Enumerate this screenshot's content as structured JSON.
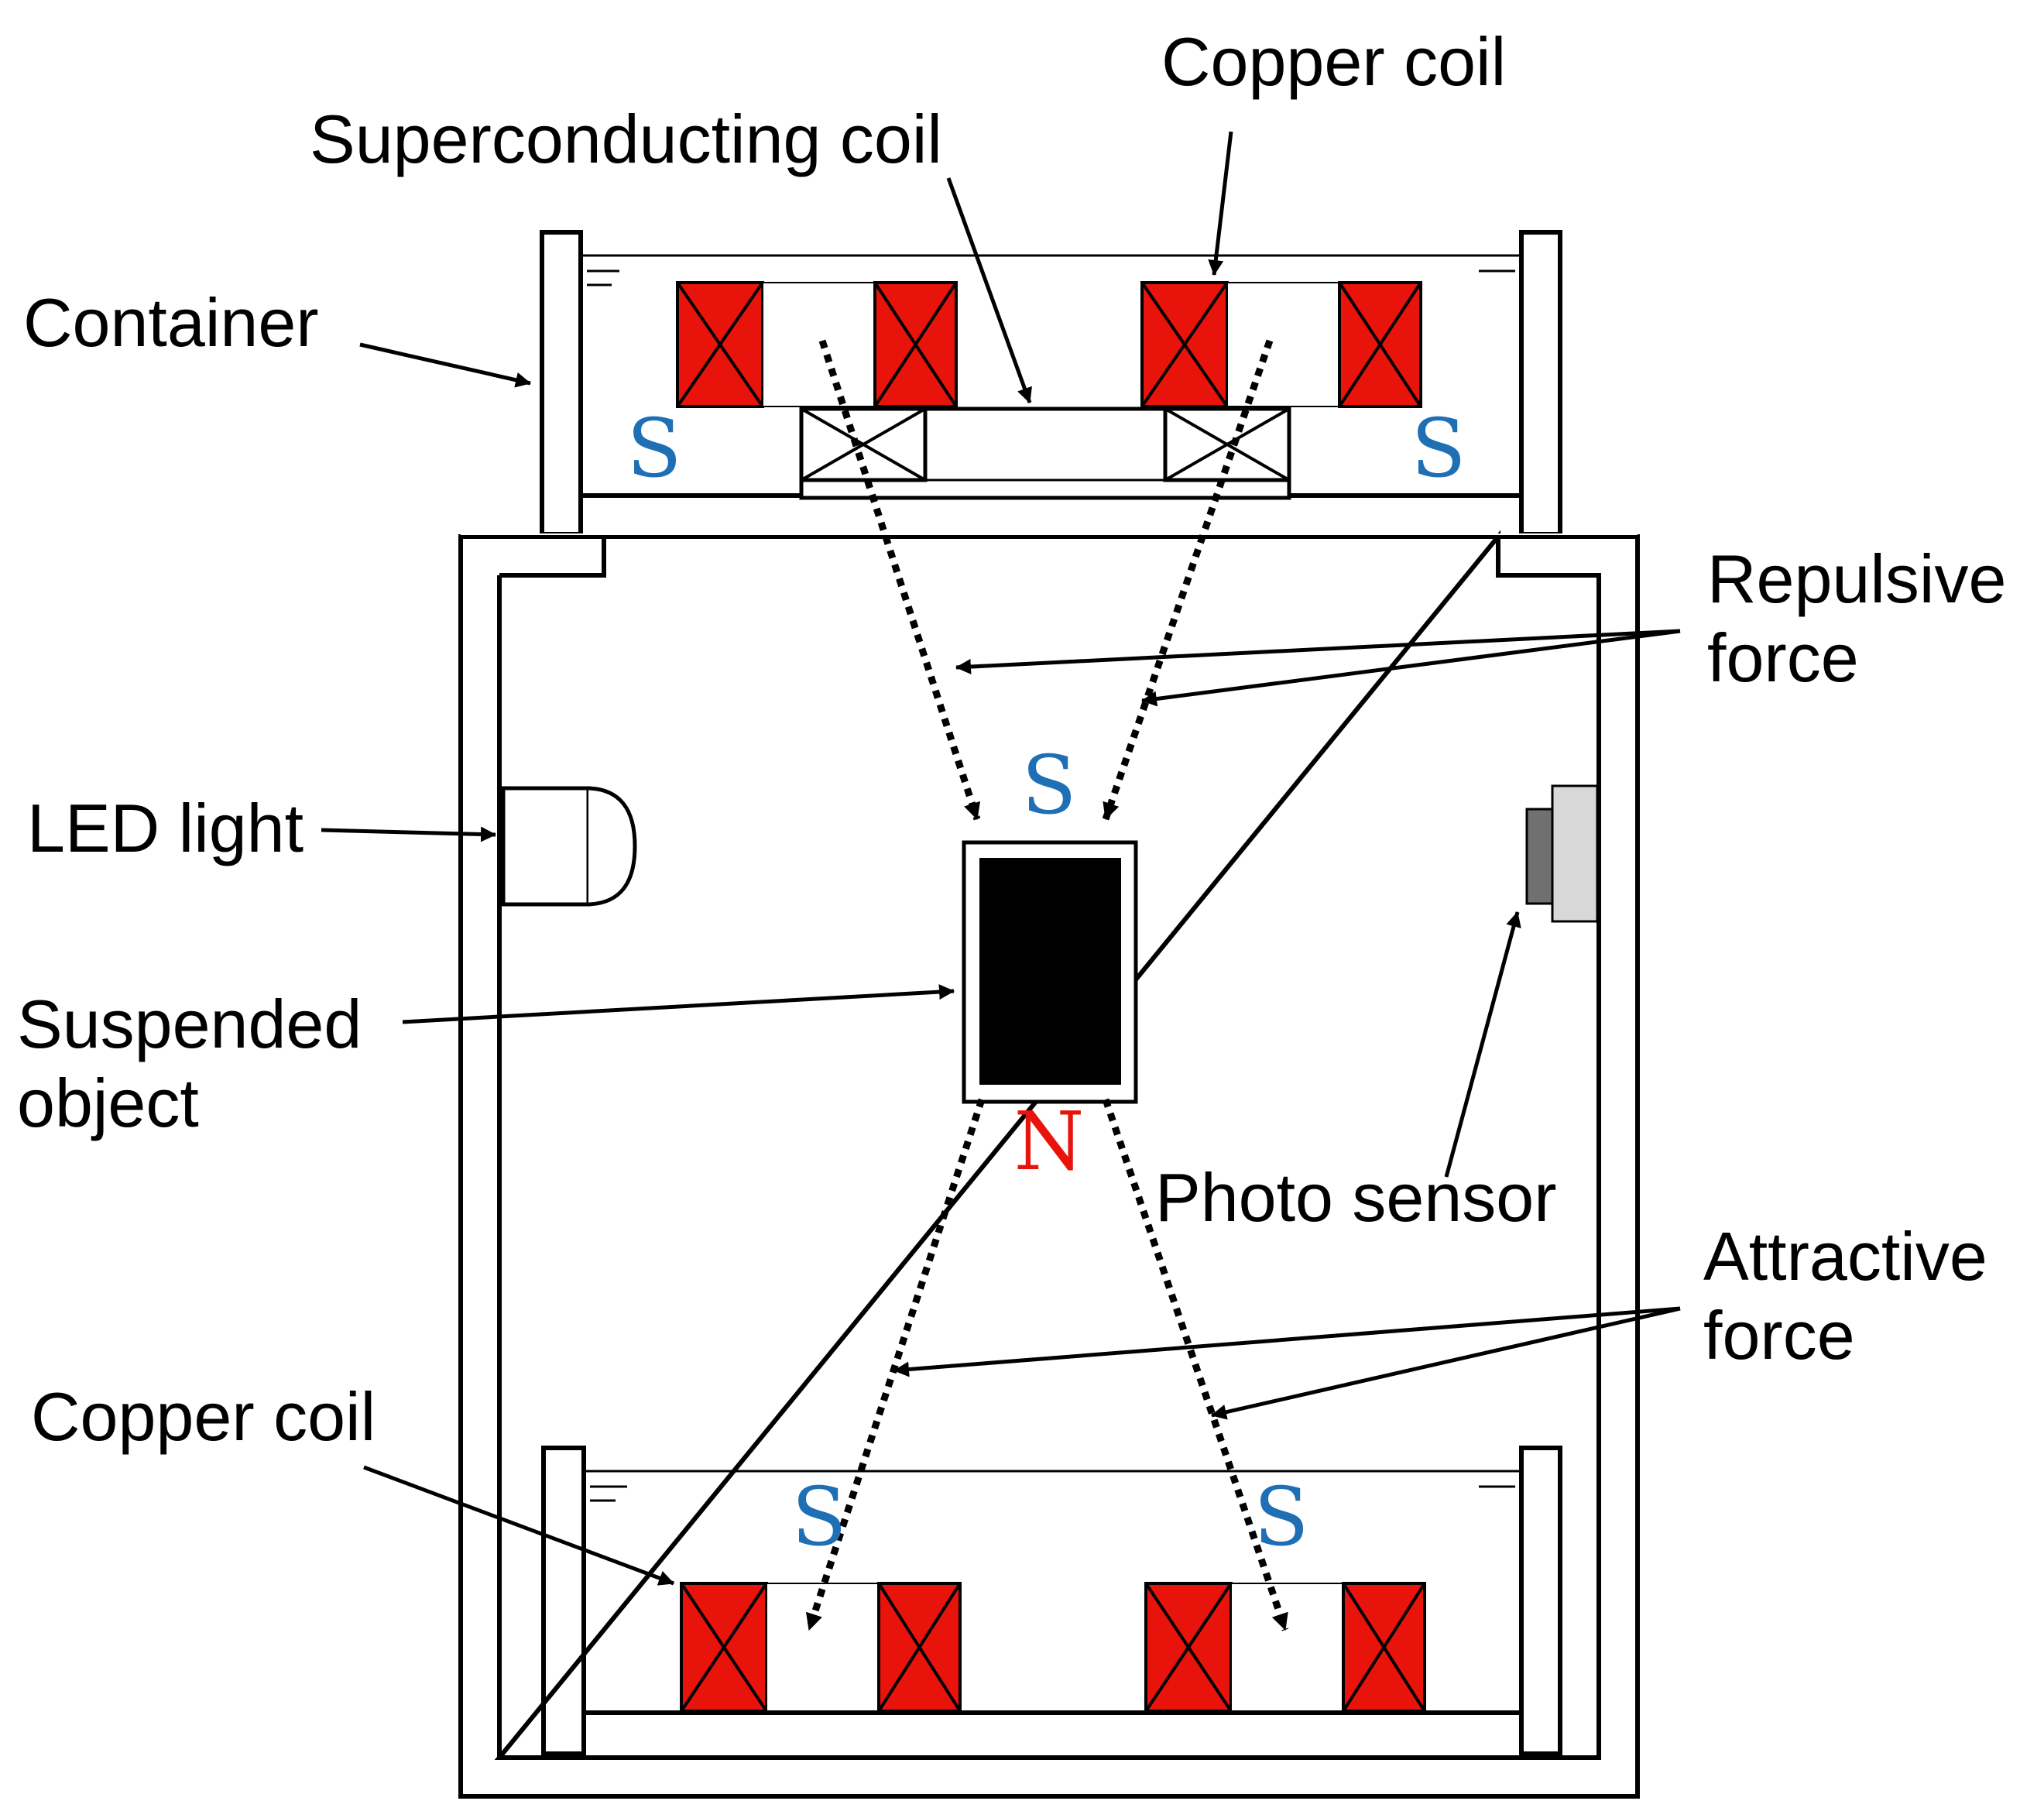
{
  "labels": {
    "copper_coil_top": "Copper coil",
    "superconducting_coil": "Superconducting coil",
    "container": "Container",
    "repulsive_line1": "Repulsive",
    "repulsive_line2": "force",
    "led_light": "LED light",
    "suspended_line1": "Suspended",
    "suspended_line2": "object",
    "photo_sensor": "Photo sensor",
    "attractive_line1": "Attractive",
    "attractive_line2": "force",
    "copper_coil_bottom": "Copper coil"
  },
  "poles": {
    "top_left": "S",
    "top_right": "S",
    "object_top": "S",
    "object_bottom": "N",
    "bottom_left": "S",
    "bottom_right": "S"
  },
  "colors": {
    "coil_red": "#e8140c",
    "pole_blue": "#1f6fb5",
    "pole_red": "#e8140c",
    "object": "#000000",
    "sensor_light": "#d8d8d8",
    "sensor_dark": "#707070"
  }
}
